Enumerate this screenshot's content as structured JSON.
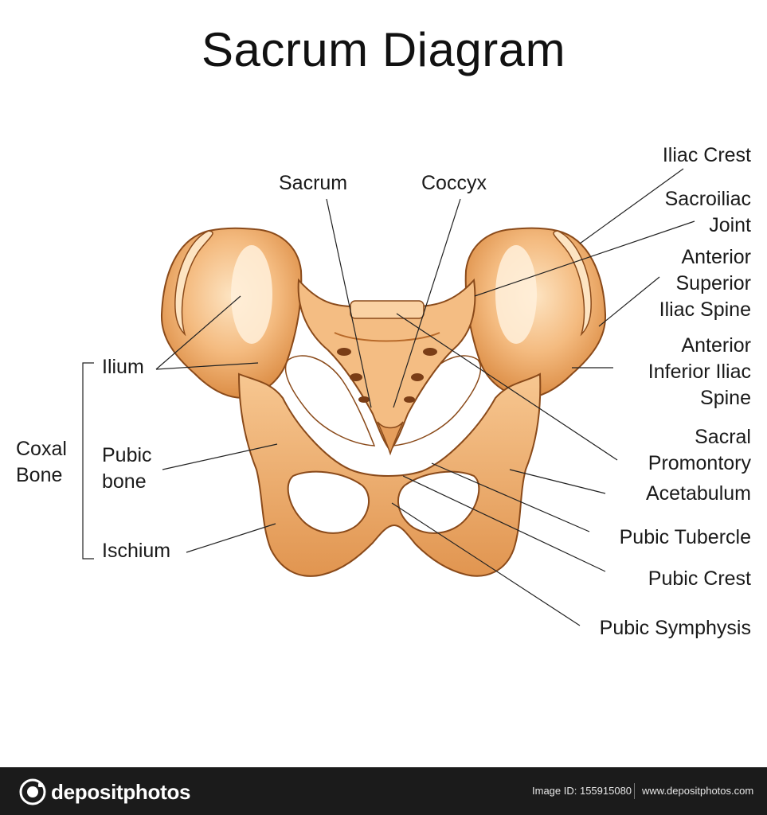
{
  "title": "Sacrum Diagram",
  "labels": {
    "sacrum": "Sacrum",
    "coccyx": "Coccyx",
    "iliac_crest": "Iliac Crest",
    "sacroiliac_joint": [
      "Sacroiliac",
      "Joint"
    ],
    "anterior_superior_iliac_spine": [
      "Anterior",
      "Superior",
      "Iliac Spine"
    ],
    "anterior_inferior_iliac_spine": [
      "Anterior",
      "Inferior Iliac",
      "Spine"
    ],
    "sacral_promontory": [
      "Sacral",
      "Promontory"
    ],
    "acetabulum": "Acetabulum",
    "pubic_tubercle": "Pubic Tubercle",
    "pubic_crest": "Pubic Crest",
    "pubic_symphysis": "Pubic Symphysis",
    "ilium": "Ilium",
    "pubic_bone": [
      "Pubic",
      "bone"
    ],
    "ischium": "Ischium",
    "coxal_bone": [
      "Coxal",
      "Bone"
    ]
  },
  "colors": {
    "bone_base": "#f2b579",
    "bone_shadow": "#d88a43",
    "bone_light": "#fde2bd",
    "bone_outline": "#8a4a1a",
    "foramen": "#7a3d16",
    "footer_bg": "#1b1b1b"
  },
  "footer": {
    "brand": "depositphotos",
    "image_id": "Image ID: 155915080",
    "site": "www.depositphotos.com"
  }
}
